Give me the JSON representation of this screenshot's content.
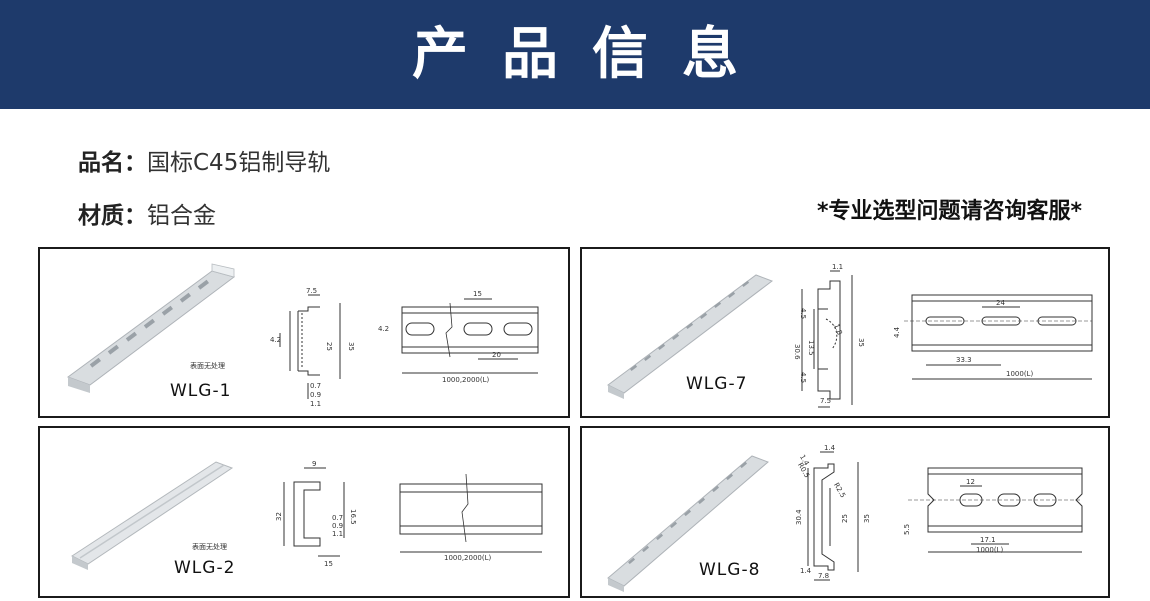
{
  "header": {
    "title": "产品信息"
  },
  "info": {
    "name_label": "品名：",
    "name_value": "国标C45铝制导轨",
    "material_label": "材质：",
    "material_value": "铝合金"
  },
  "consult_note": "*专业选型问题请咨询客服*",
  "colors": {
    "banner": "#1e3a6b",
    "panel_border": "#1b1b1b",
    "rail": "#d9dde0",
    "drawing": "#333333"
  },
  "products": [
    {
      "model": "WLG-1",
      "finish_note": "表面无处理",
      "profile_dims": [
        "7.5",
        "4.2",
        "25",
        "35",
        "0.7",
        "0.9",
        "1.1"
      ],
      "top_view_dims": [
        "15",
        "4.2",
        "20",
        "1000,2000(L)"
      ]
    },
    {
      "model": "WLG-7",
      "profile_dims": [
        "1.1",
        "4.5",
        "13.5",
        "30.6",
        "4.5",
        "7.5",
        "35",
        "1.8"
      ],
      "top_view_dims": [
        "24",
        "4.4",
        "33.3",
        "1000(L)"
      ]
    },
    {
      "model": "WLG-2",
      "finish_note": "表面无处理",
      "profile_dims": [
        "9",
        "32",
        "16.5",
        "0.7",
        "0.9",
        "1.1",
        "15"
      ],
      "top_view_dims": [
        "1000,2000(L)"
      ]
    },
    {
      "model": "WLG-8",
      "profile_dims": [
        "1.4",
        "1.4",
        "R0.5",
        "R2.5",
        "30.4",
        "25",
        "35",
        "1.4",
        "7.8"
      ],
      "top_view_dims": [
        "12",
        "5.5",
        "17.1",
        "1000(L)"
      ]
    }
  ]
}
